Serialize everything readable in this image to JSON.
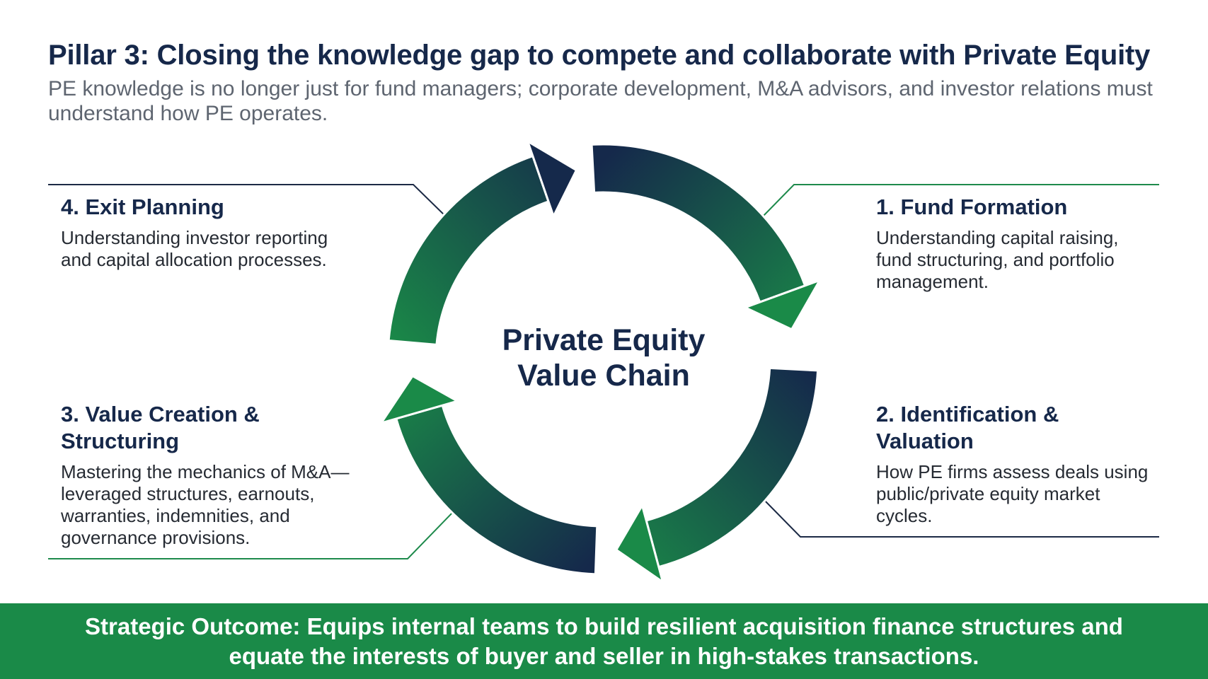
{
  "header": {
    "title": "Pillar 3: Closing the knowledge gap to compete and collaborate with Private Equity",
    "subtitle": "PE knowledge is no longer just for fund managers; corporate development, M&A advisors, and investor relations must understand how PE operates."
  },
  "cycle": {
    "center_label": "Private Equity Value Chain",
    "colors": {
      "navy": "#15294b",
      "green": "#1a8a48",
      "line_navy": "#1c2a45",
      "line_green": "#1e8a4c"
    },
    "stages": [
      {
        "title": "1. Fund Formation",
        "description": "Understanding capital raising, fund structuring, and portfolio management."
      },
      {
        "title": "2. Identification & Valuation",
        "description": "How PE firms assess deals using public/private equity market cycles."
      },
      {
        "title": "3. Value Creation & Structuring",
        "description": "Mastering the mechanics of M&A—leveraged structures, earnouts, warranties, indemnities, and governance provisions."
      },
      {
        "title": "4. Exit Planning",
        "description": "Understanding investor reporting and capital allocation processes."
      }
    ]
  },
  "banner": {
    "text": "Strategic Outcome: Equips internal teams to build resilient acquisition finance structures and equate the interests of buyer and seller in high-stakes transactions."
  }
}
